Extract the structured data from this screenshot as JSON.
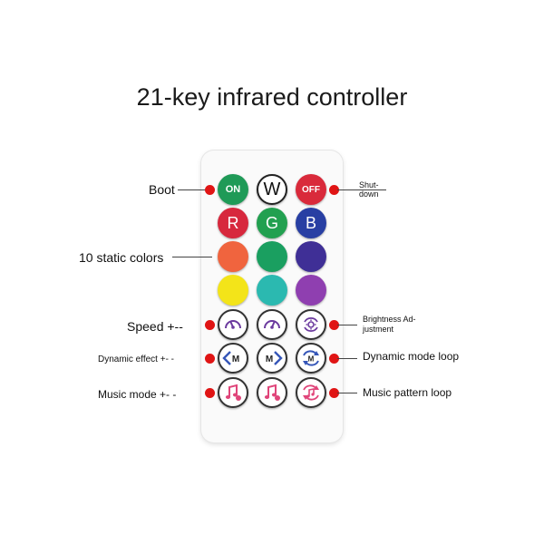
{
  "title": "21-key infrared controller",
  "colors": {
    "on": "#1f9a57",
    "off": "#d92a3b",
    "r": "#d7283d",
    "g": "#22a050",
    "b": "#283fa3",
    "c1": "#f0643e",
    "c2": "#1a9f60",
    "c3": "#3f2f96",
    "c4": "#f3e419",
    "c5": "#2bb9b0",
    "c6": "#8f3fb0",
    "icon": "#6b3a9e",
    "marker": "#e01414"
  },
  "keys": {
    "on": "ON",
    "w": "W",
    "off": "OFF",
    "r": "R",
    "g": "G",
    "b": "B",
    "m": "M"
  },
  "labels": {
    "boot": "Boot",
    "shutdown_1": "Shut-",
    "shutdown_2": "down",
    "static_colors": "10 static colors",
    "speed": "Speed +--",
    "brightness_1": "Brightness Ad-",
    "brightness_2": "justment",
    "dynamic_effect": "Dynamic effect +-  -",
    "dynamic_mode_loop": "Dynamic mode loop",
    "music_mode": "Music mode +-  -",
    "music_pattern_loop": "Music pattern loop"
  }
}
